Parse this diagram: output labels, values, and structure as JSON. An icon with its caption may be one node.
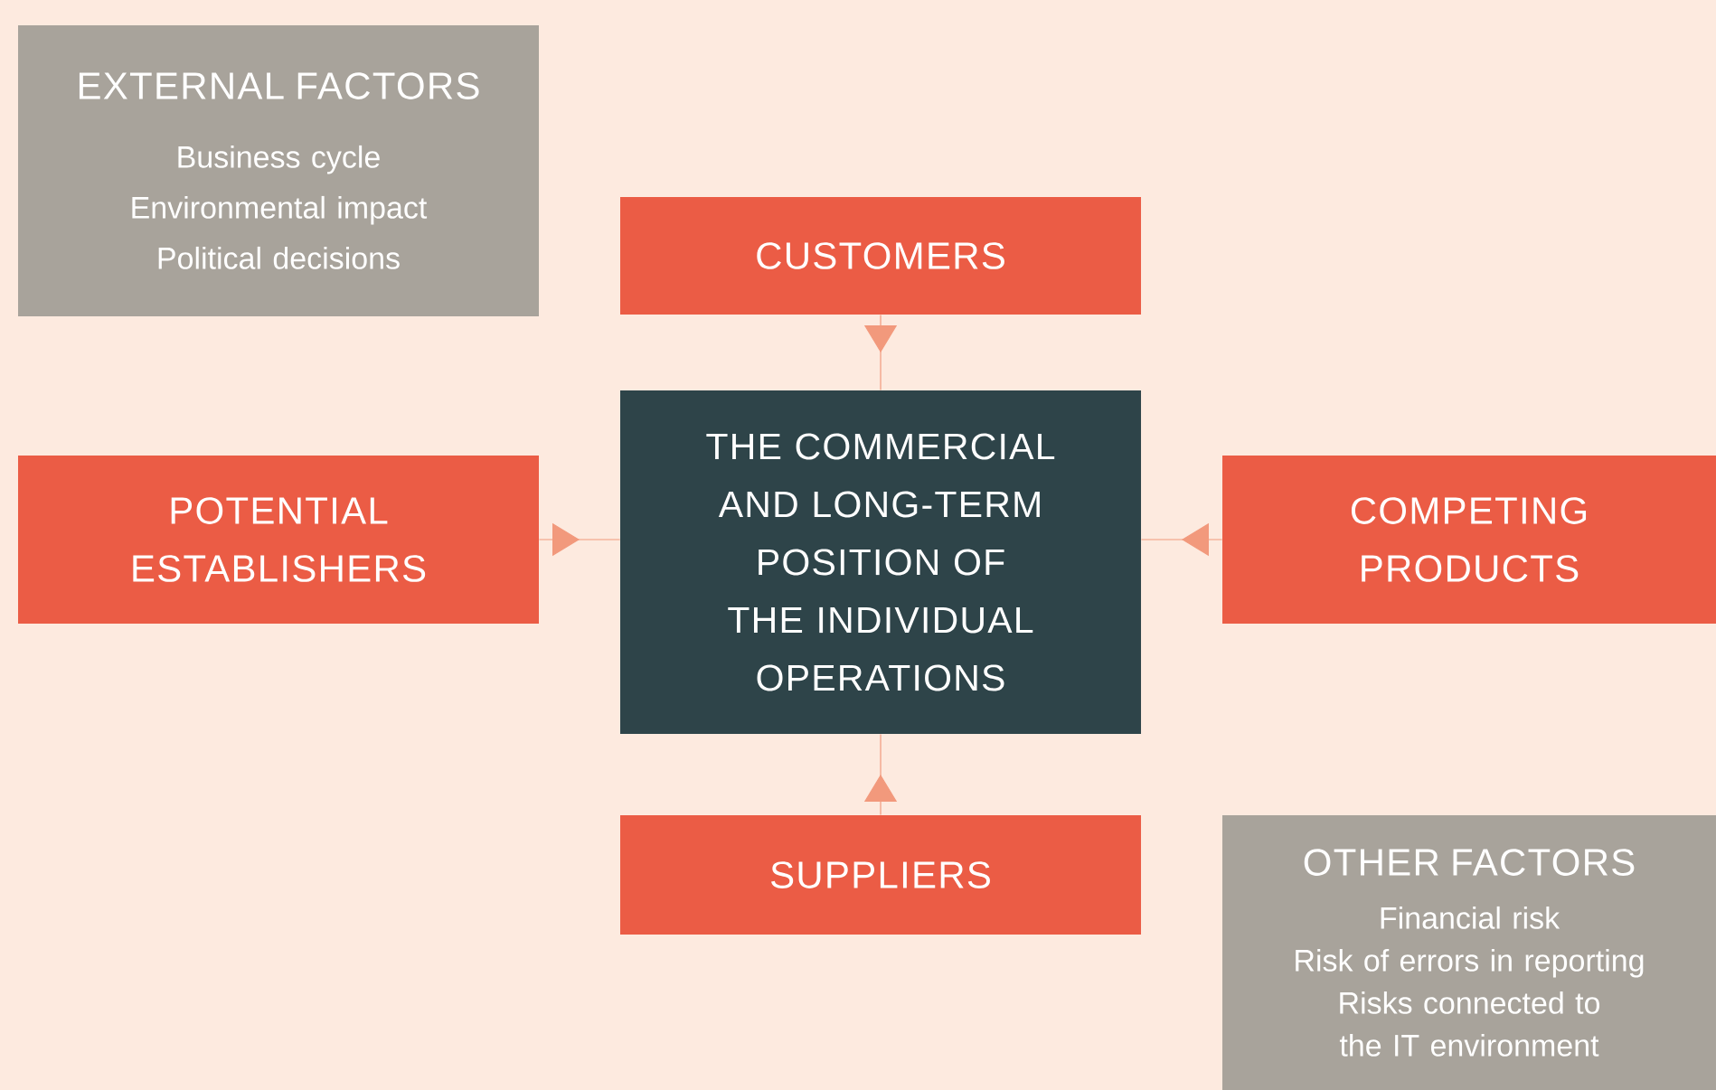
{
  "diagram": {
    "nodes": [
      {
        "text": [
          "EXTERNAL FACTORS",
          "Business cycle",
          "Environmental impact",
          "Political decisions"
        ]
      },
      {
        "text": [
          "CUSTOMERS"
        ]
      },
      {
        "text": [
          "POTENTIAL ESTABLISHERS"
        ]
      },
      {
        "text": [
          "THE COMMERCIAL AND LONG-TERM POSITION OF THE INDIVIDUAL OPERATIONS"
        ]
      },
      {
        "text": [
          "COMPETING PRODUCTS"
        ]
      },
      {
        "text": [
          "SUPPLIERS"
        ]
      },
      {
        "text": [
          "OTHER FACTORS",
          "Financial risk",
          "Risk of errors in reporting",
          "Risks connected to the IT environment"
        ]
      }
    ],
    "edges": [
      {
        "from": 1,
        "to": 3,
        "arrow": "to"
      },
      {
        "from": 2,
        "to": 3,
        "arrow": "to"
      },
      {
        "from": 4,
        "to": 3,
        "arrow": "to"
      },
      {
        "from": 5,
        "to": 3,
        "arrow": "to"
      }
    ]
  }
}
